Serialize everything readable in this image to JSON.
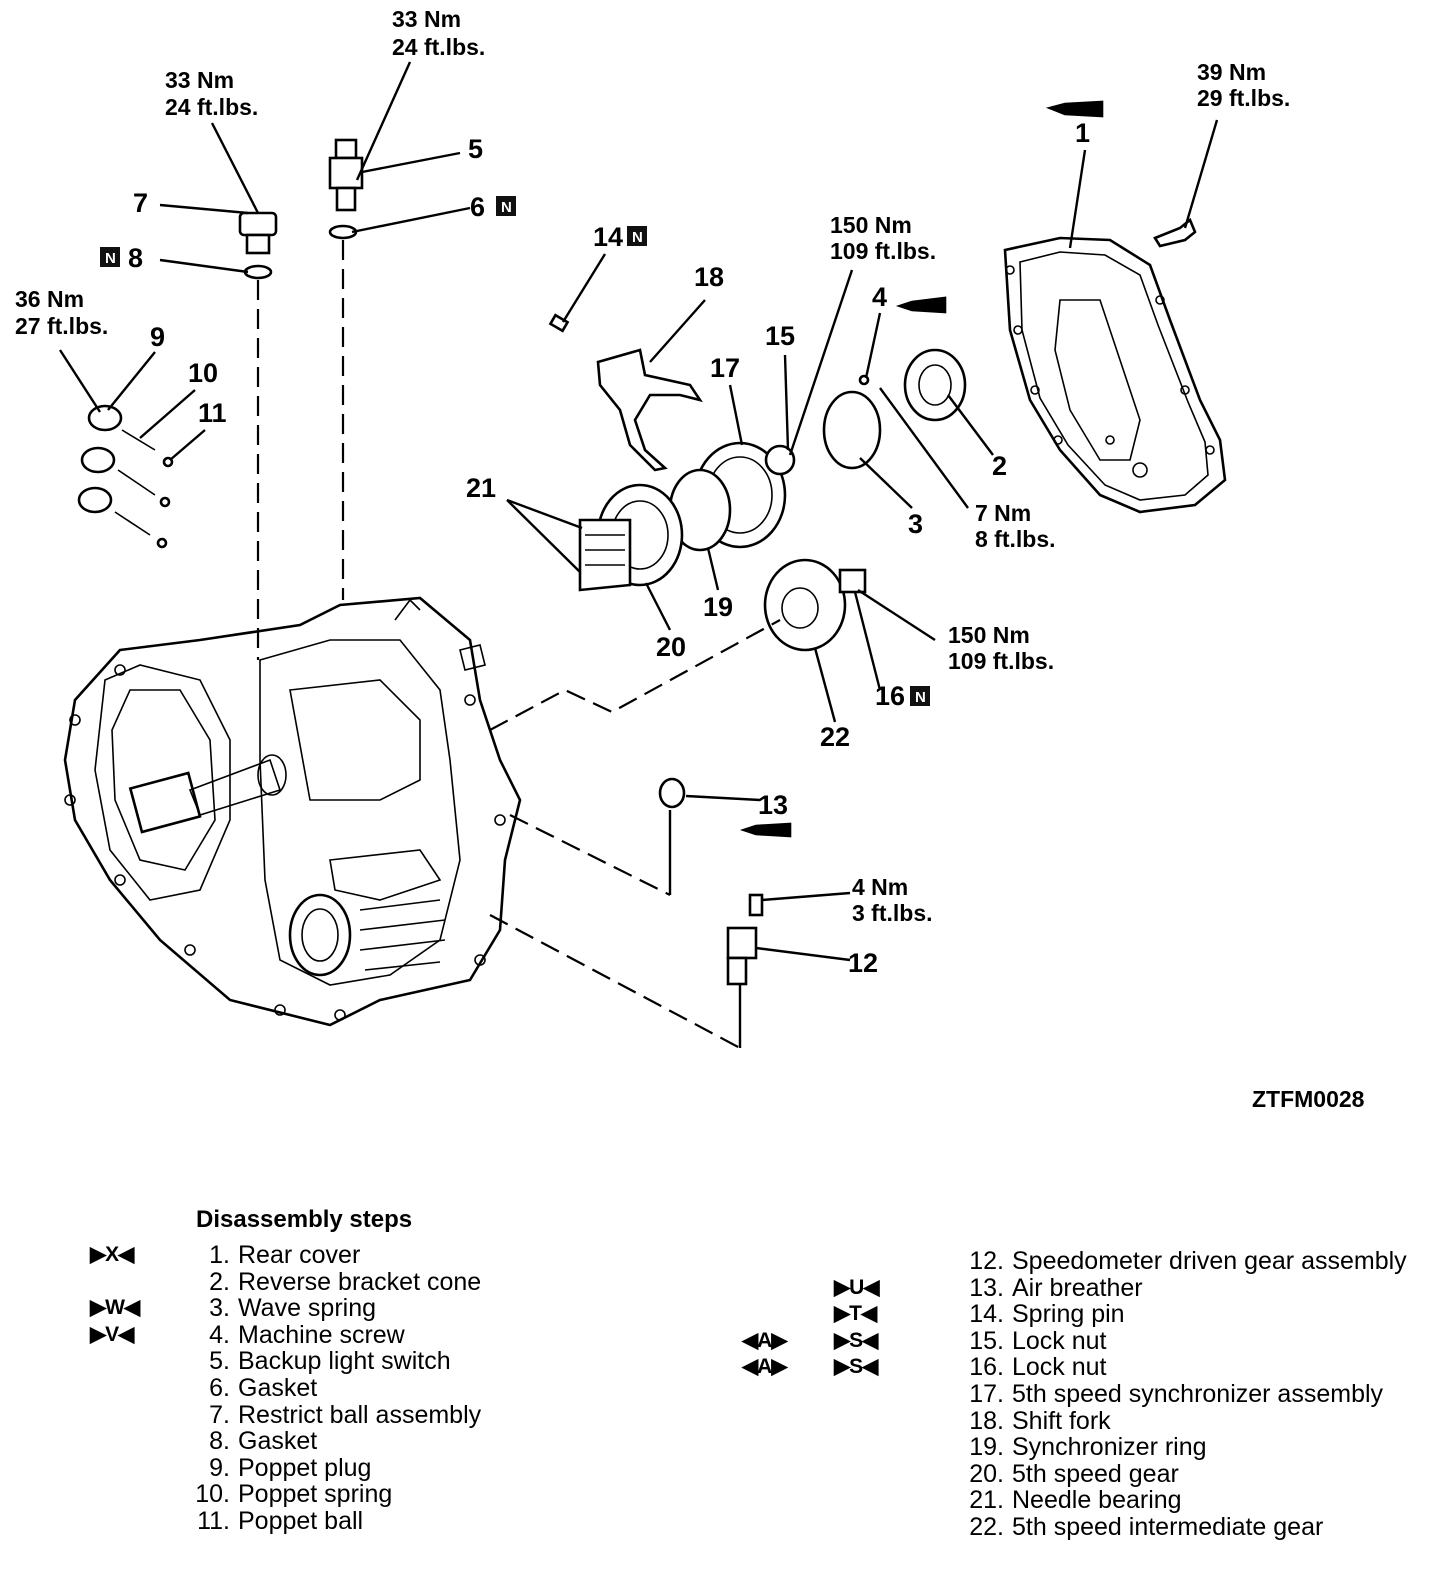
{
  "callouts": {
    "torque_5": [
      "33 Nm",
      "24 ft.lbs."
    ],
    "torque_7": [
      "33 Nm",
      "24 ft.lbs."
    ],
    "torque_9": [
      "36 Nm",
      "27 ft.lbs."
    ],
    "torque_15": [
      "150 Nm",
      "109 ft.lbs."
    ],
    "torque_16": [
      "150 Nm",
      "109 ft.lbs."
    ],
    "torque_4": [
      "7 Nm",
      "8 ft.lbs."
    ],
    "torque_12": [
      "4 Nm",
      "3 ft.lbs."
    ],
    "torque_1": [
      "39 Nm",
      "29 ft.lbs."
    ],
    "new_part_marker": "N",
    "part_numbers": [
      "1",
      "2",
      "3",
      "4",
      "5",
      "6",
      "7",
      "8",
      "9",
      "10",
      "11",
      "12",
      "13",
      "14",
      "15",
      "16",
      "17",
      "18",
      "19",
      "20",
      "21",
      "22"
    ]
  },
  "drawing_code": "ZTFM0028",
  "legend": {
    "title": "Disassembly steps",
    "left": [
      {
        "mark": "▶X◀",
        "num": "1.",
        "label": "Rear cover"
      },
      {
        "mark": "",
        "num": "2.",
        "label": "Reverse bracket cone"
      },
      {
        "mark": "▶W◀",
        "num": "3.",
        "label": "Wave spring"
      },
      {
        "mark": "▶V◀",
        "num": "4.",
        "label": "Machine screw"
      },
      {
        "mark": "",
        "num": "5.",
        "label": "Backup light switch"
      },
      {
        "mark": "",
        "num": "6.",
        "label": "Gasket"
      },
      {
        "mark": "",
        "num": "7.",
        "label": "Restrict ball assembly"
      },
      {
        "mark": "",
        "num": "8.",
        "label": "Gasket"
      },
      {
        "mark": "",
        "num": "9.",
        "label": "Poppet plug"
      },
      {
        "mark": "",
        "num": "10.",
        "label": "Poppet spring"
      },
      {
        "mark": "",
        "num": "11.",
        "label": "Poppet ball"
      }
    ],
    "right": [
      {
        "mark1": "",
        "mark2": "",
        "num": "12.",
        "label": "Speedometer driven gear assembly"
      },
      {
        "mark1": "",
        "mark2": "▶U◀",
        "num": "13.",
        "label": "Air breather"
      },
      {
        "mark1": "",
        "mark2": "▶T◀",
        "num": "14.",
        "label": "Spring pin"
      },
      {
        "mark1": "◀A▶",
        "mark2": "▶S◀",
        "num": "15.",
        "label": "Lock nut"
      },
      {
        "mark1": "◀A▶",
        "mark2": "▶S◀",
        "num": "16.",
        "label": "Lock nut"
      },
      {
        "mark1": "",
        "mark2": "",
        "num": "17.",
        "label": "5th speed synchronizer assembly"
      },
      {
        "mark1": "",
        "mark2": "",
        "num": "18.",
        "label": "Shift fork"
      },
      {
        "mark1": "",
        "mark2": "",
        "num": "19.",
        "label": "Synchronizer ring"
      },
      {
        "mark1": "",
        "mark2": "",
        "num": "20.",
        "label": "5th speed gear"
      },
      {
        "mark1": "",
        "mark2": "",
        "num": "21.",
        "label": "Needle bearing"
      },
      {
        "mark1": "",
        "mark2": "",
        "num": "22.",
        "label": "5th speed intermediate gear"
      }
    ]
  }
}
